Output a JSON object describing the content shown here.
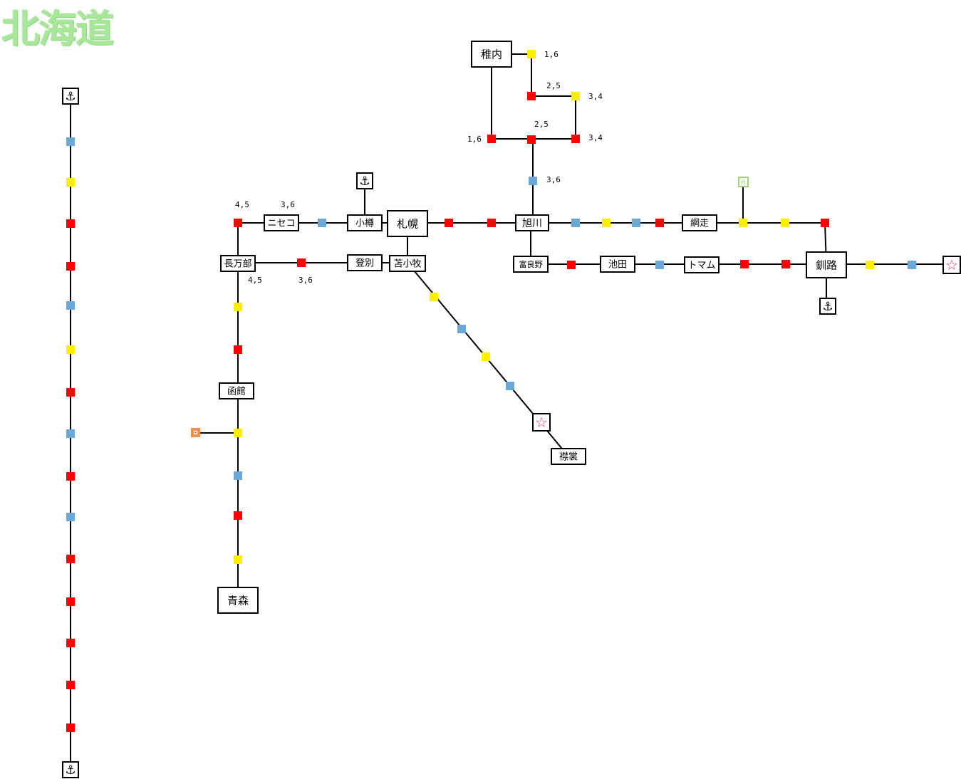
{
  "title": "北海道",
  "colors": {
    "red": "#ff0000",
    "yellow": "#ffee00",
    "blue": "#6aa8d8",
    "line": "#000000",
    "star": "#e04060",
    "green_marker": "#a0d070",
    "orange_marker": "#f09050"
  },
  "stations": {
    "wakkanai": "稚内",
    "niseko": "ニセコ",
    "otaru": "小樽",
    "sapporo": "札幌",
    "asahikawa": "旭川",
    "abashiri": "網走",
    "oshamambe": "長万部",
    "noboribetsu": "登別",
    "tomakomai": "苫小牧",
    "furano": "富良野",
    "ikeda": "池田",
    "tomamu": "トマム",
    "kushiro": "釧路",
    "hakodate": "函館",
    "aomori": "青森",
    "erimo": "襟裳"
  },
  "dice_labels": {
    "w1": "1,6",
    "w2": "2,5",
    "w3": "3,4",
    "w4": "2,5",
    "w5": "3,4",
    "w6": "1,6",
    "a1": "3,6",
    "n1": "4,5",
    "n2": "3,6",
    "o1": "4,5",
    "o2": "3,6"
  },
  "icons": {
    "port": "anchor-icon",
    "star": "star-icon",
    "r_marker": "R"
  }
}
